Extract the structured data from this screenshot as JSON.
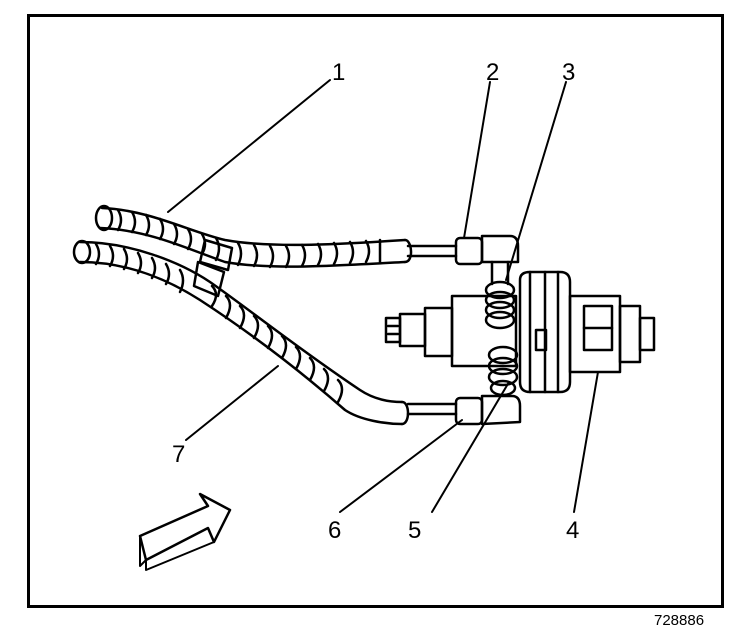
{
  "figure": {
    "id": "728886",
    "callouts": [
      "1",
      "2",
      "3",
      "4",
      "5",
      "6",
      "7"
    ]
  },
  "colors": {
    "ink": "#000000",
    "paper": "#ffffff"
  }
}
